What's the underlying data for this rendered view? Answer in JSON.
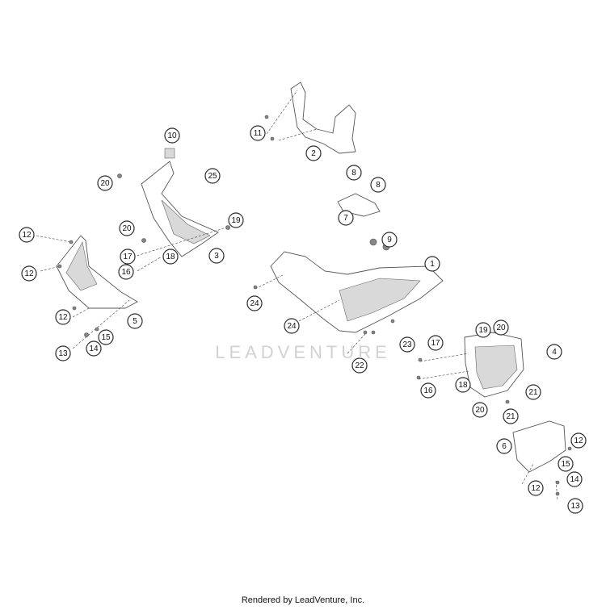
{
  "watermark": "LEADVENTURE",
  "footer": "Rendered by LeadVenture, Inc.",
  "callouts": [
    "1",
    "2",
    "3",
    "4",
    "5",
    "6",
    "7",
    "8",
    "8",
    "9",
    "10",
    "11",
    "12",
    "12",
    "12",
    "12",
    "12",
    "13",
    "13",
    "14",
    "14",
    "15",
    "15",
    "16",
    "16",
    "17",
    "17",
    "18",
    "18",
    "19",
    "19",
    "20",
    "20",
    "20",
    "20",
    "21",
    "21",
    "22",
    "23",
    "24",
    "24",
    "25"
  ]
}
